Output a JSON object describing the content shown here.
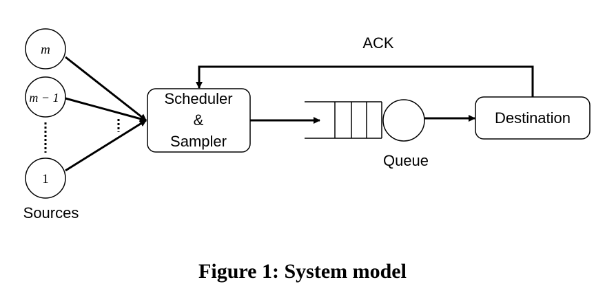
{
  "diagram": {
    "sources": {
      "top_label": "m",
      "second_label": "m − 1",
      "bottom_label": "1",
      "group_label": "Sources"
    },
    "scheduler": {
      "line1": "Scheduler",
      "line2": "&",
      "line3": "Sampler"
    },
    "queue_label": "Queue",
    "destination_label": "Destination",
    "ack_label": "ACK"
  },
  "caption": "Figure 1: System model"
}
